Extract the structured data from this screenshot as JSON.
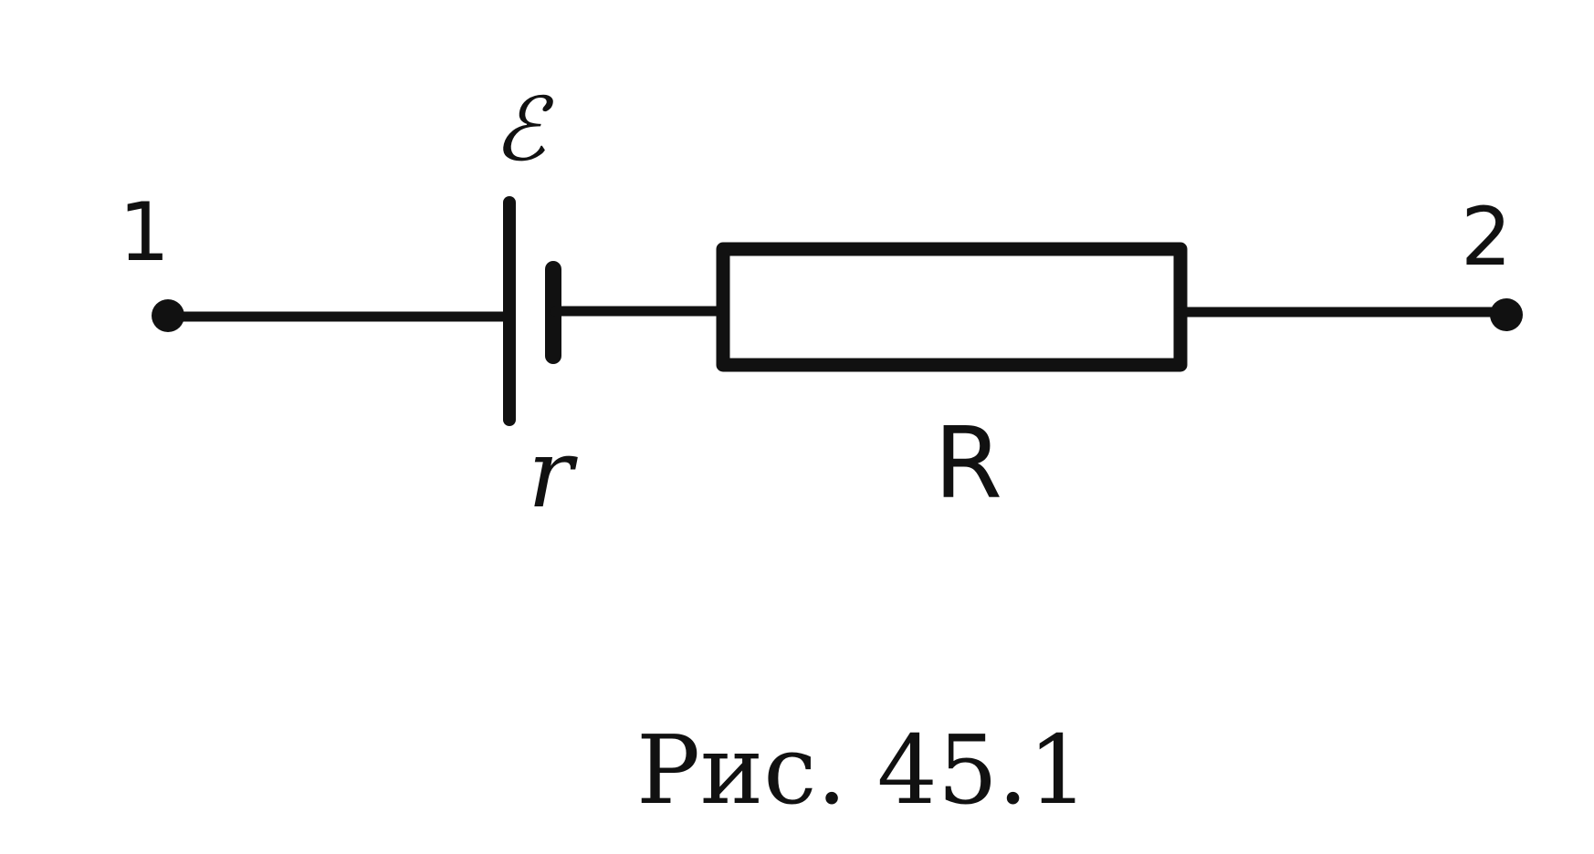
{
  "labels": {
    "emf": "ℰ",
    "internal_resistance": "r",
    "resistor": "R",
    "terminal_1": "1",
    "terminal_2": "2"
  },
  "caption": "Рис. 45.1",
  "colors": {
    "ink": "#111111",
    "background": "#ffffff"
  }
}
